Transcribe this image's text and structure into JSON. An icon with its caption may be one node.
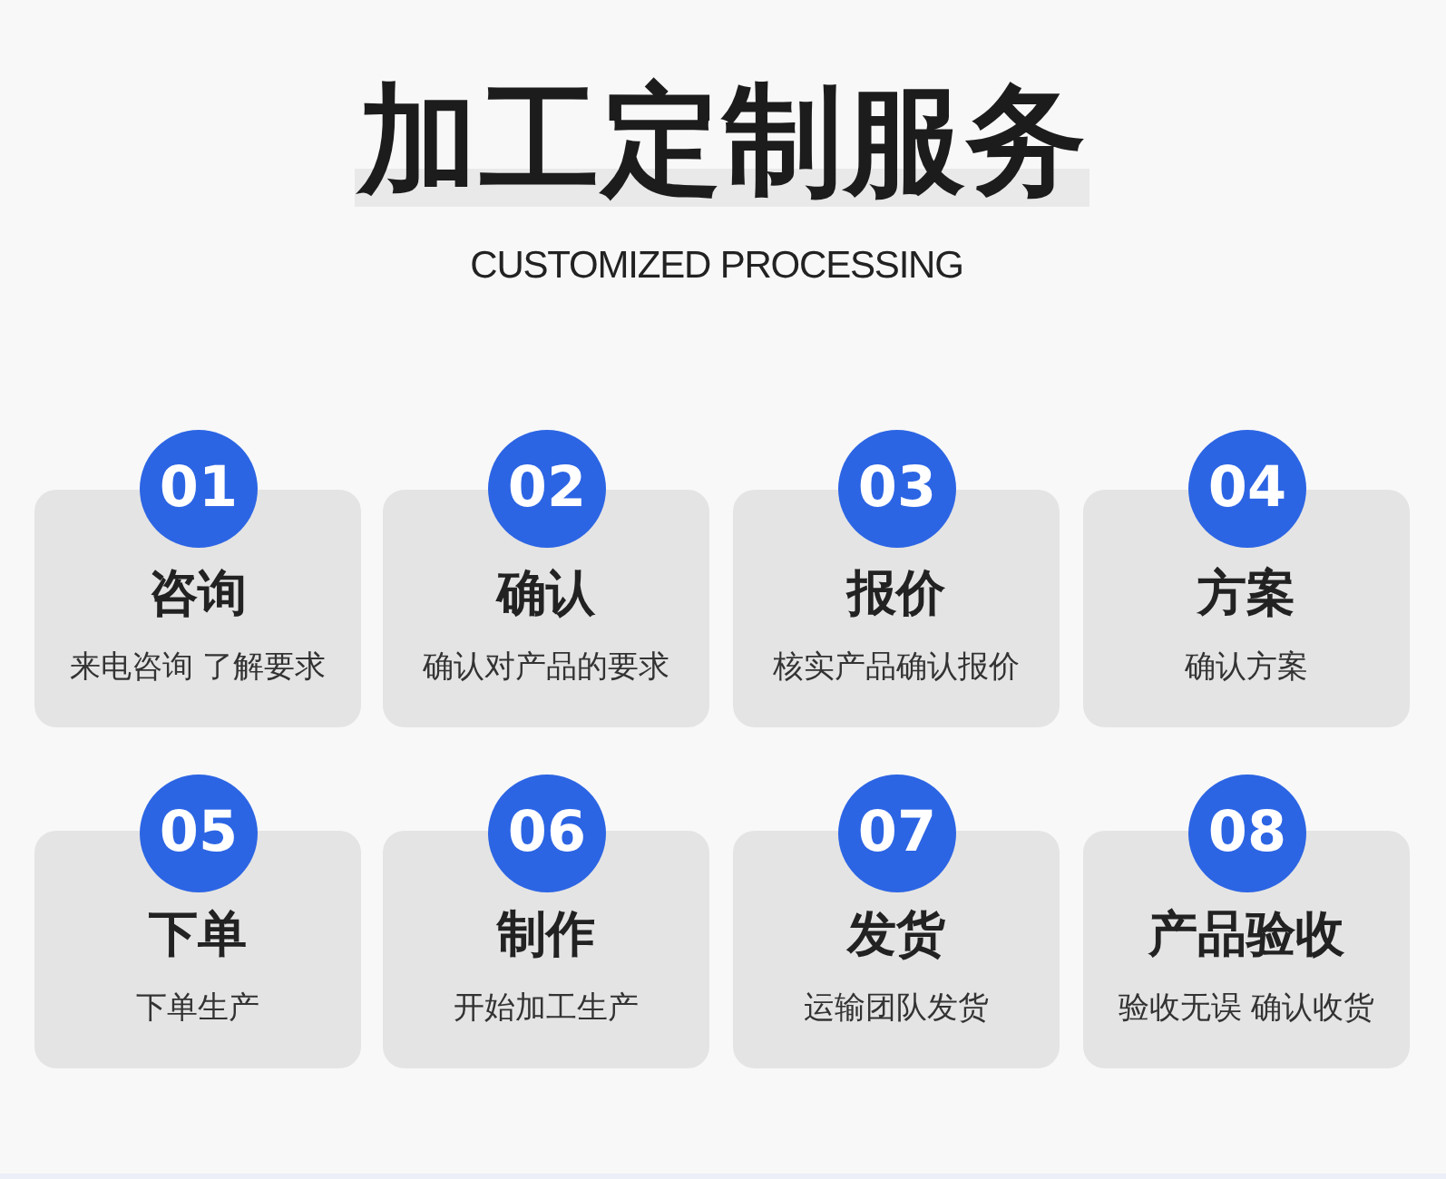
{
  "diagram": {
    "title": "加工定制服务",
    "nodes": [
      {
        "text": [
          "01"
        ]
      },
      {
        "text": [
          "咨询",
          "来电咨询 了解要求"
        ]
      },
      {
        "text": [
          "02"
        ]
      },
      {
        "text": [
          "确认",
          "确认对产品的要求"
        ]
      },
      {
        "text": [
          "03"
        ]
      },
      {
        "text": [
          "报价",
          "核实产品确认报价"
        ]
      },
      {
        "text": [
          "04"
        ]
      },
      {
        "text": [
          "方案",
          "确认方案"
        ]
      },
      {
        "text": [
          "05"
        ]
      },
      {
        "text": [
          "下单",
          "下单生产"
        ]
      },
      {
        "text": [
          "06"
        ]
      },
      {
        "text": [
          "制作",
          "开始加工生产"
        ]
      },
      {
        "text": [
          "07"
        ]
      },
      {
        "text": [
          "发货",
          "运输团队发货"
        ]
      },
      {
        "text": [
          "08"
        ]
      },
      {
        "text": [
          "产品验收",
          "验收无误 确认收货"
        ]
      }
    ],
    "labels": [
      "CUSTOMIZED PROCESSING"
    ]
  }
}
